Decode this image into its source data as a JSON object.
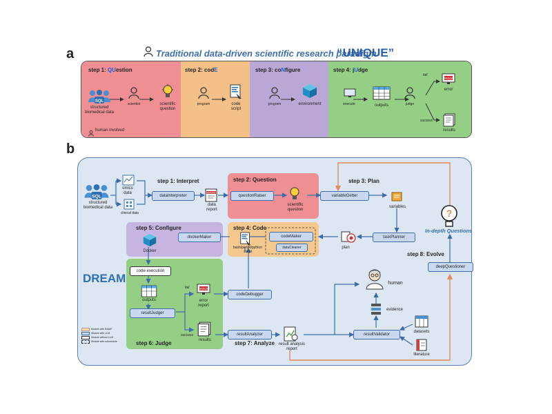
{
  "panel_a": {
    "label": "a",
    "title": "Traditional data-driven scientific research paradigm",
    "unique": "“UNIQUE”",
    "steps": [
      {
        "prefix": "step 1: ",
        "hl": "QU",
        "rest": "estion",
        "bg": "#ef8f93",
        "hlc": "#1a5fd6"
      },
      {
        "prefix": "step 2: cod",
        "hl": "E",
        "rest": "",
        "bg": "#f4c088",
        "hlc": "#1a5fd6"
      },
      {
        "prefix": "step 3: co",
        "hl": "N",
        "rest": "figure",
        "bg": "#b9a7d6",
        "hlc": "#1a5fd6"
      },
      {
        "prefix": "step 4: j",
        "hl": "U",
        "rest": "dge",
        "bg": "#95cf86",
        "hlc": "#1a5fd6"
      }
    ],
    "labels": {
      "structured": "structured\nbiomedical data",
      "scientist": "scientist",
      "sci_question": "scientific\nquestion",
      "program1": "program",
      "code_script": "code\nscript",
      "program2": "program",
      "environment": "environment",
      "execute": "execute",
      "outputs": "outputs",
      "judge": "judge",
      "fail": "fail",
      "success": "success",
      "error": "error",
      "results": "results",
      "human_involved": "human involved"
    }
  },
  "panel_b": {
    "label": "b",
    "dream": "DREAM",
    "steps": {
      "s1": "step 1: Interpret",
      "s2": "step 2: Question",
      "s3": "step 3: Plan",
      "s4": "step 4: Code",
      "s5": "step 5: Configure",
      "s6": "step 6: Judge",
      "s7": "step 7: Analyze",
      "s8": "step 8: Evolve"
    },
    "modules": {
      "dataInterpreter": "dataInterpreter",
      "questionRaiser": "questionRaiser",
      "variableGetter": "variableGetter",
      "taskPlanner": "taskPlanner",
      "codeMaker": "codeMaker",
      "dataCleaner": "dataCleaner",
      "dockerMaker": "dockerMaker",
      "codeDebugger": "codeDebugger",
      "code_execution": "code execution",
      "resultJudger": "resultJudger",
      "resultAnalyzer": "resultAnalyzer",
      "resultValidator": "resultValidator",
      "deepQuestioner": "deepQuestioner"
    },
    "labels": {
      "structured": "structured\nbiomedical data",
      "omics": "omics\ndata",
      "clinical": "clinical data",
      "data_report": "data\nreport",
      "sci_question": "scientific\nquestion",
      "variables": "variables",
      "plan": "plan",
      "script": "bash/perl/R/python\nscript",
      "docker": "Docker",
      "outputs": "outputs",
      "fail": "fail",
      "success": "success",
      "error_report": "error\nreport",
      "results": "results",
      "human": "human",
      "evidence": "evidence",
      "datasets": "datasets",
      "literature": "literature",
      "result_report": "result analysis\nreport",
      "in_depth": "In-depth Questions"
    },
    "legend": [
      {
        "text": "Module with BMAP",
        "color": "#f3d7a6"
      },
      {
        "text": "Module with LLM",
        "color": "#c9d8ee"
      },
      {
        "text": "Module without LLM",
        "color": "#ffffff"
      },
      {
        "text": "Module with submodule",
        "color": "none"
      }
    ]
  },
  "colors": {
    "frame_b_bg": "#dde7f4",
    "step2_bg": "#ef8f93",
    "step4_bg": "#f4c88e",
    "step5_bg": "#c5b5e0",
    "step6_bg": "#95cf86",
    "module_bg": "#c9d8ee",
    "arrow_blue": "#3d6ca8",
    "arrow_orange": "#e6895a"
  }
}
